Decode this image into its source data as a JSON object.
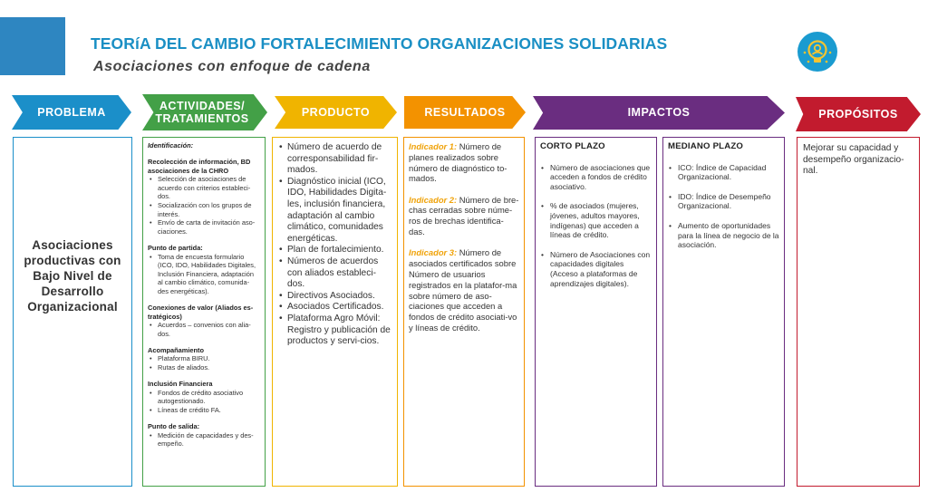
{
  "header": {
    "title": "TEORíA DEL CAMBIO FORTALECIMIENTO ORGANIZACIONES SOLIDARIAS",
    "subtitle": "Asociaciones con enfoque de cadena"
  },
  "colors": {
    "problema": "#1b8fc9",
    "actividades": "#43a047",
    "producto": "#f0b400",
    "resultados": "#f39200",
    "impactos": "#6a2d80",
    "propositos": "#c21b2e"
  },
  "stages": {
    "problema": "PROBLEMA",
    "actividades_1": "ACTIVIDADES/",
    "actividades_2": "TRATAMIENTOS",
    "producto": "PRODUCTO",
    "resultados": "RESULTADOS",
    "impactos": "IMPACTOS",
    "propositos": "PROPÓSITOS"
  },
  "problema": {
    "text": "Asociaciones productivas con Bajo Nivel de Desarrollo Organizacional"
  },
  "actividades": {
    "identificacion": "Identificación:",
    "recoleccion_title_1": "Recolección de información, BD",
    "recoleccion_title_2": "asociaciones de la CHRO",
    "recoleccion_items": [
      "Selección de asociaciones de",
      "acuerdo con criterios estableci-",
      "dos.",
      "Socialización con los grupos de",
      "interés.",
      "Envío de carta de invitación aso-",
      "ciaciones."
    ],
    "partida_title": "Punto de partida:",
    "partida_items": [
      "Toma de encuesta formulario",
      "(ICO, IDO, Habilidades Digitales,",
      "Inclusión Financiera, adaptación",
      "al cambio climático, comunida-",
      "des energéticas)."
    ],
    "conexiones_title_1": "Conexiones de valor (Aliados es-",
    "conexiones_title_2": "tratégicos)",
    "conexiones_items": [
      "Acuerdos – convenios con alia-",
      "dos."
    ],
    "acompanamiento_title": "Acompañamiento",
    "acompanamiento_items": [
      "Plataforma BIRU.",
      "Rutas de aliados."
    ],
    "inclusion_title": "Inclusión Financiera",
    "inclusion_items": [
      "Fondos de crédito asociativo",
      "autogestionado.",
      "Líneas de crédito FA."
    ],
    "salida_title": "Punto de salida:",
    "salida_items": [
      "Medición de capacidades y des-",
      "empeño."
    ]
  },
  "producto": {
    "items": [
      "Número de acuerdo de corresponsabilidad fir-mados.",
      "Diagnóstico inicial (ICO, IDO, Habilidades Digita-les, inclusión financiera, adaptación al cambio climático, comunidades energéticas.",
      "Plan de fortalecimiento.",
      "Números de acuerdos con aliados estableci-dos.",
      "Directivos Asociados.",
      "Asociados Certificados.",
      "Plataforma Agro Móvil: Registro y publicación de productos y servi-cios."
    ]
  },
  "resultados": {
    "ind1_label": "Indicador 1:",
    "ind1_text": " Número de planes realizados sobre número de diagnóstico to-mados.",
    "ind2_label": "Indicador 2:",
    "ind2_text": " Número de bre-chas cerradas sobre núme-ros de brechas identifica-das.",
    "ind3_label": "Indicador 3:",
    "ind3_text": " Número de asociados certificados sobre Número de usuarios registrados en la platafor-ma sobre número de aso-ciaciones que acceden a fondos de crédito asociati-vo y líneas de crédito."
  },
  "impactos": {
    "corto_title": "CORTO PLAZO",
    "corto_items": [
      "Número de asociaciones que acceden a fondos de crédito asociativo.",
      "% de asociados (mujeres, jóvenes, adultos mayores, indígenas) que acceden a líneas de crédito.",
      "Número de Asociaciones con capacidades digitales (Acceso a plataformas de aprendizajes digitales)."
    ],
    "mediano_title": "MEDIANO PLAZO",
    "mediano_items": [
      "ICO: Índice de Capacidad Organizacional.",
      "IDO: Índice de Desempeño Organizacional.",
      "Aumento de oportunidades para la línea de negocio de la asociación."
    ]
  },
  "propositos": {
    "text": "Mejorar su capacidad y desempeño organizacio-nal."
  }
}
